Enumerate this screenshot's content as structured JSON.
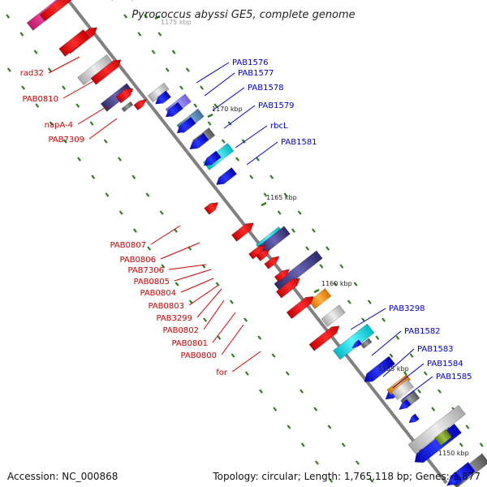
{
  "title": "Pyrococcus abyssi GE5, complete genome",
  "footer": {
    "accession": "Accession: NC_000868",
    "summary": "Topology: circular; Length: 1,765,118 bp; Genes: 1,877"
  },
  "colors": {
    "left_label": "#cc0000",
    "right_label": "#0000cc",
    "backbone": "#808080",
    "tick": "#2e7d1e",
    "leader_left": "#dd0000",
    "leader_right": "#0000cc"
  },
  "ticks": [
    {
      "label": "1175 kbp"
    },
    {
      "label": "1170 kbp"
    },
    {
      "label": "1165 kbp"
    },
    {
      "label": "1160 kbp"
    },
    {
      "label": "1155 kbp"
    },
    {
      "label": "1150 kbp"
    }
  ],
  "left_labels": [
    "rad32",
    "PAB0810",
    "napA-4",
    "PAB7309",
    "PAB0807",
    "PAB0806",
    "PAB7306",
    "PAB0805",
    "PAB0804",
    "PAB0803",
    "PAB3299",
    "PAB0802",
    "PAB0801",
    "PAB0800",
    "for"
  ],
  "right_labels": [
    "PAB1576",
    "PAB1577",
    "PAB1578",
    "PAB1579",
    "rbcL",
    "PAB1581",
    "PAB3298",
    "PAB1582",
    "PAB1583",
    "PAB1584",
    "PAB1585"
  ]
}
